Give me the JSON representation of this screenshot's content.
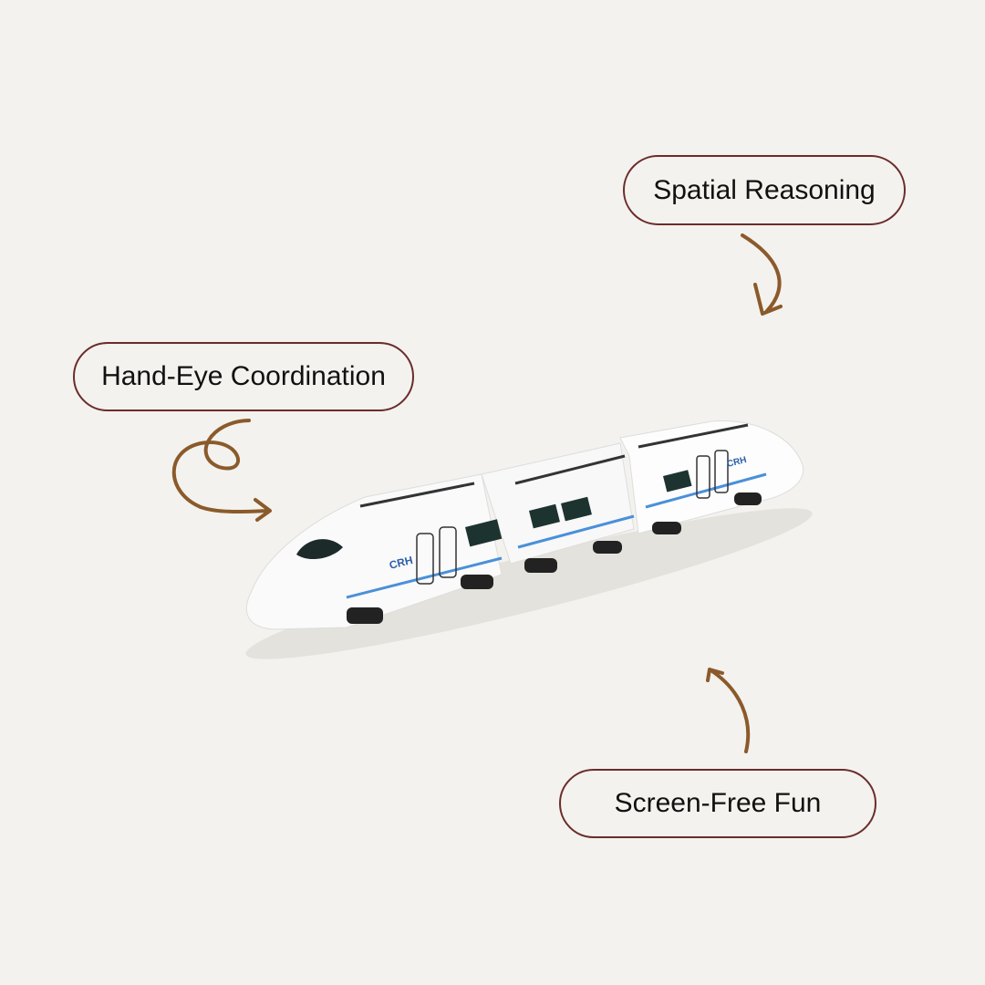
{
  "labels": {
    "spatial": "Spatial Reasoning",
    "hand_eye": "Hand-Eye Coordination",
    "screen_free": "Screen-Free Fun"
  },
  "train": {
    "logo_text": "CRH"
  },
  "colors": {
    "background": "#f3f2ee",
    "pill_border": "#6b2c2a",
    "arrow": "#8b5a2b",
    "train_stripe": "#4a90d9"
  }
}
